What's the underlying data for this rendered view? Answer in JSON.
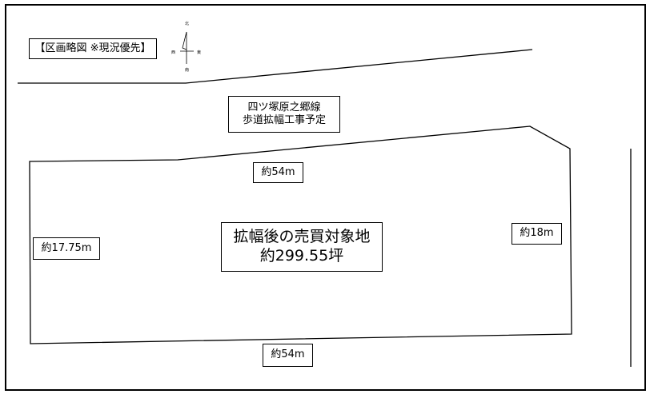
{
  "legend": {
    "text": "【区画略図 ※現況優先】"
  },
  "compass": {
    "north": "北",
    "south": "南",
    "west": "西",
    "east": "東"
  },
  "road": {
    "line1": "四ツ塚原之郷線",
    "line2": "歩道拡幅工事予定"
  },
  "site": {
    "line1": "拡幅後の売買対象地",
    "line2": "約299.55坪"
  },
  "dimensions": {
    "top": "約54m",
    "bottom": "約54m",
    "left": "約17.75m",
    "right": "約18m"
  }
}
